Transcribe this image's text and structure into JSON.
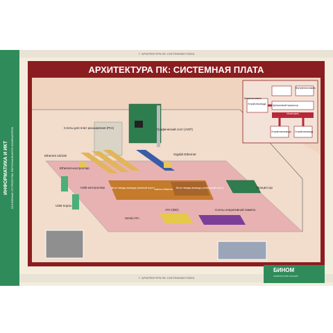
{
  "poster": {
    "top_caption": "7. АРХИТЕКТУРА ПК: СИСТЕМНАЯ ПЛАТА",
    "bottom_caption": "7. АРХИТЕКТУРА ПК: СИСТЕМНАЯ ПЛАТА",
    "title": "АРХИТЕКТУРА ПК: СИСТЕМНАЯ ПЛАТА",
    "side_title": "ИНФОРМАТИКА И ИКТ",
    "side_subtitle": "ОСНОВНЫЕ УСТРОЙСТВА ПЕРСОНАЛЬНОГО КОМПЬЮТЕРА",
    "brand": "БИНОМ",
    "brand_subtitle": "ЛАБОРАТОРИЯ ЗНАНИЙ"
  },
  "labels": {
    "pci_slots": "Слоты для плат расширения (PCI)",
    "agp_slot": "Графический слот (AGP)",
    "ethernet_10_100": "Ethernet 10/100",
    "gigabit_ethernet": "Gigabit Ethernet",
    "ethernet_controller": "Ethernet-контроллер",
    "usb_controller": "USB-контроллер",
    "usb_ports": "USB-порты",
    "io_bridge": "Мост ввода-вывода (южный мост)",
    "exchange_channel": "канал обмена",
    "north_bridge": "Мост ввода-вывода (северный мост)",
    "processor": "Процессор",
    "ata": "ATA (IDE)",
    "serial_ata": "Serial ATA",
    "memory_slots": "Слоты оперативной памяти"
  },
  "schema": {
    "input_devices": "Устройства ввода",
    "external_memory": "Внешняя память",
    "internal_memory": "Внутренняя память",
    "cpu": "Центральный процессор",
    "main_bus": "Магистраль",
    "output_devices": "Устройства вывода",
    "storage_devices": "Устройства ввода"
  },
  "colors": {
    "frame": "#8a1d20",
    "side_bar": "#2f8c5a",
    "board": "#f0d4bf"
  }
}
